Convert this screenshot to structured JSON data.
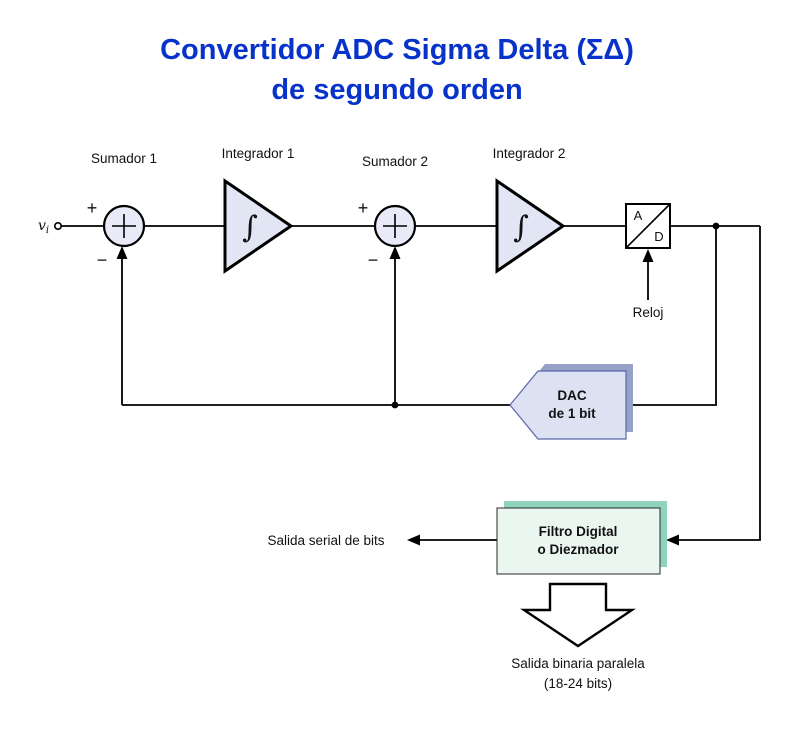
{
  "title": {
    "line1": "Convertidor ADC Sigma Delta (ΣΔ)",
    "line2": "de segundo orden"
  },
  "labels": {
    "input_var": "v",
    "input_sub": "i",
    "sumador1": "Sumador 1",
    "integrador1": "Integrador 1",
    "sumador2": "Sumador 2",
    "integrador2": "Integrador 2",
    "plus1": "+",
    "minus1": "−",
    "plus2": "+",
    "minus2": "−",
    "integral1": "∫",
    "integral2": "∫",
    "ad_a": "A",
    "ad_d": "D",
    "reloj": "Reloj",
    "dac_line1": "DAC",
    "dac_line2": "de 1 bit",
    "filtro_line1": "Filtro Digital",
    "filtro_line2": "o Diezmador",
    "salida_serial": "Salida serial de bits",
    "salida_paralela_line1": "Salida binaria paralela",
    "salida_paralela_line2": "(18-24 bits)"
  },
  "colors": {
    "title_blue": "#0833cb",
    "sum_fill": "#e9eaf7",
    "int_fill": "#e2e6f4",
    "dac_fill": "#dce2f2",
    "dac_shadow": "#97a1c8",
    "dac_stroke": "#5a66a8",
    "filtro_fill": "#e9f7f0",
    "filtro_shadow": "#8fd3ba",
    "line_color": "#000000"
  }
}
